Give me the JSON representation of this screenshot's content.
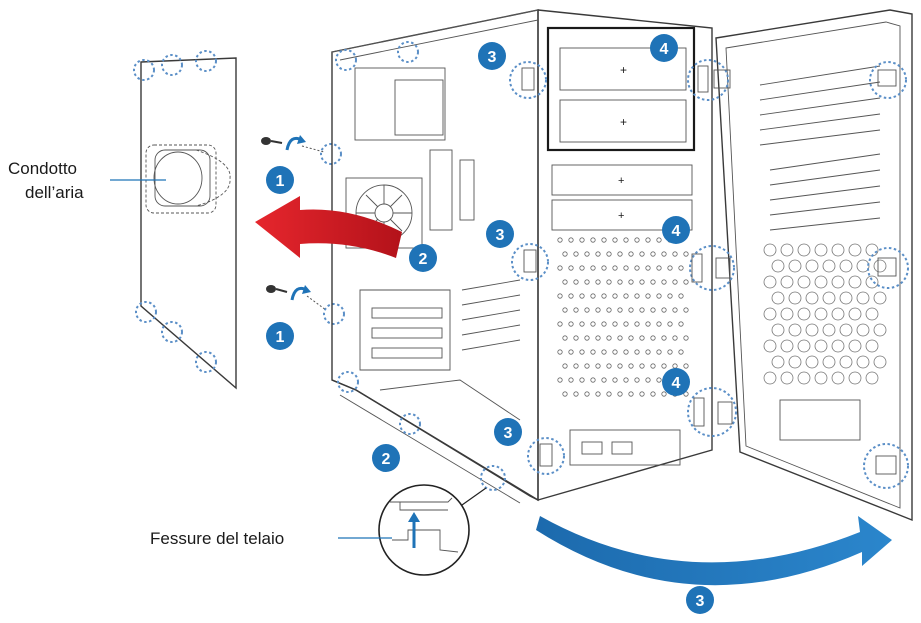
{
  "labels": {
    "air_duct_line1": "Condotto",
    "air_duct_line2": "dell’aria",
    "chassis_slots": "Fessure del telaio"
  },
  "steps": {
    "s1": "1",
    "s2": "2",
    "s3": "3",
    "s4": "4"
  },
  "colors": {
    "badge": "#1f73b7",
    "dashed_circle": "#5b8fc7",
    "arrow_red": "#d81f26",
    "arrow_blue": "#1f73b7",
    "line": "#3a3a3a"
  },
  "icons": {
    "badge": "numbered-step-badge",
    "dashed": "highlight-dashed-circle",
    "arrow_red": "removal-arrow",
    "arrow_blue": "swing-arrow"
  }
}
